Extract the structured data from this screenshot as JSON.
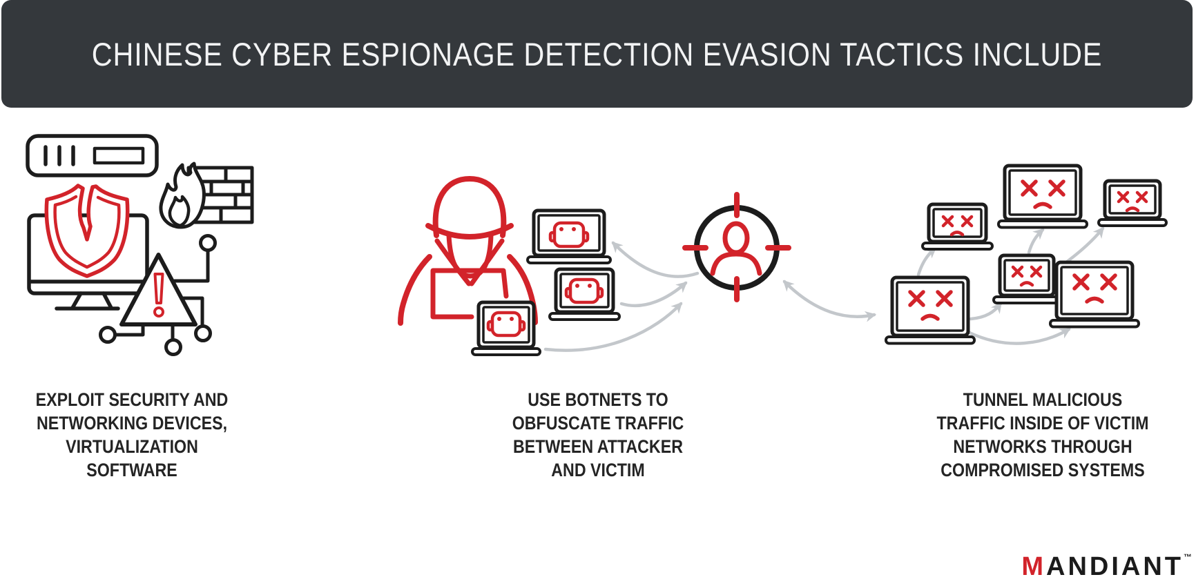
{
  "header": {
    "title": "CHINESE CYBER ESPIONAGE DETECTION EVASION TACTICS INCLUDE",
    "background_color": "#34383c",
    "text_color": "#f2f3f4"
  },
  "sections": [
    {
      "id": "exploit-devices",
      "icon": "broken-shield-monitor-firewall-network-icon",
      "caption_lines": [
        "EXPLOIT SECURITY AND",
        "NETWORKING DEVICES,",
        "VIRTUALIZATION",
        "SOFTWARE"
      ]
    },
    {
      "id": "botnets",
      "icon": "hacker-botnet-laptops-target-icon",
      "caption_lines": [
        "USE BOTNETS TO",
        "OBFUSCATE TRAFFIC",
        "BETWEEN ATTACKER",
        "AND VICTIM"
      ]
    },
    {
      "id": "tunnel-traffic",
      "icon": "compromised-laptops-network-icon",
      "caption_lines": [
        "TUNNEL MALICIOUS",
        "TRAFFIC INSIDE OF VICTIM",
        "NETWORKS THROUGH",
        "COMPROMISED SYSTEMS"
      ]
    }
  ],
  "footer": {
    "logo_m": "M",
    "logo_rest": "ANDIANT",
    "trademark": "™"
  },
  "colors": {
    "accent_red": "#d2232a",
    "ink": "#1c1c1c",
    "header_bg": "#34383c",
    "arrow_gray": "#c3c7cb"
  }
}
